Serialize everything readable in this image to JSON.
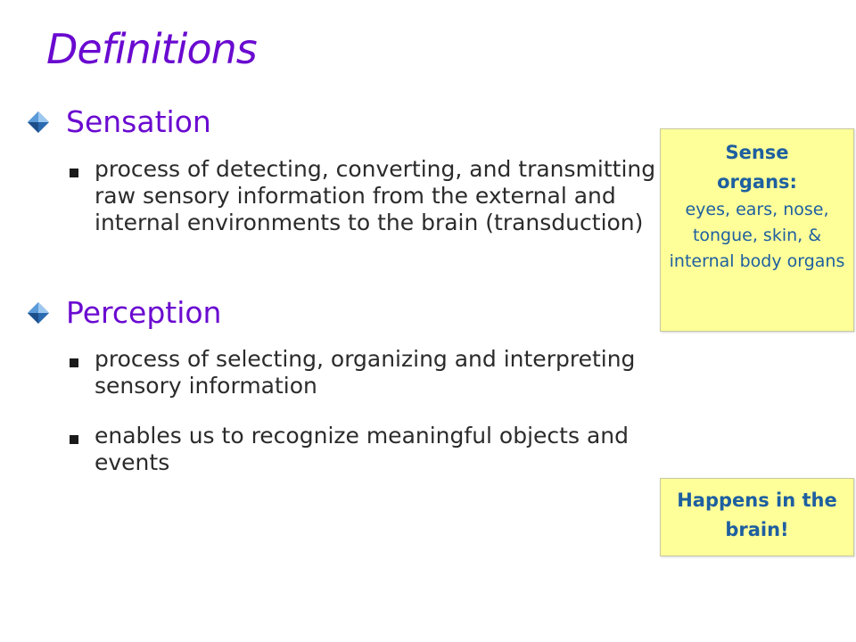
{
  "slide": {
    "title": "Definitions"
  },
  "topics": [
    {
      "label": "Sensation",
      "icon": "diamond-bullet-icon",
      "bullets": [
        "process of detecting, converting, and transmitting raw sensory information from the external and internal environments to the brain (transduction)"
      ]
    },
    {
      "label": "Perception",
      "icon": "diamond-bullet-icon",
      "bullets": [
        "process of selecting, organizing and interpreting sensory information",
        "enables us to recognize meaningful objects and events"
      ]
    }
  ],
  "notes": {
    "sense_organs": {
      "heading": "Sense organs:",
      "body": "eyes, ears, nose, tongue, skin, & internal body organs"
    },
    "brain": {
      "heading": "Happens in the brain!"
    }
  },
  "colors": {
    "title": "#6a0ad0",
    "note_background": "#ffff99",
    "note_text": "#1e5fa0"
  }
}
